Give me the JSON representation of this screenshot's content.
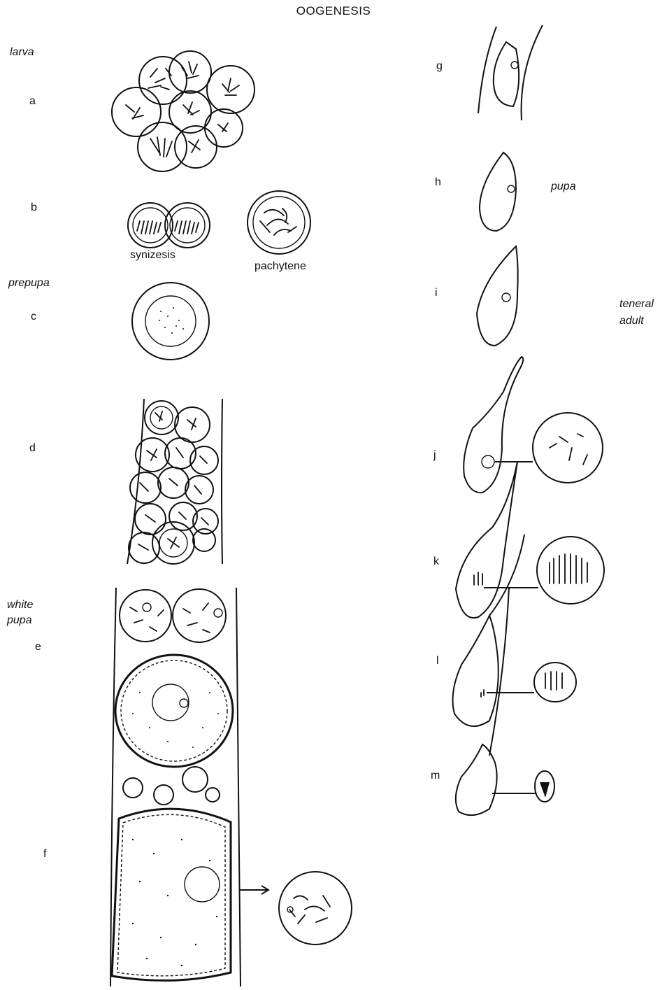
{
  "title": "OOGENESIS",
  "stages": {
    "larva": "larva",
    "prepupa": "prepupa",
    "white_pupa": [
      "white",
      "pupa"
    ],
    "pupa": "pupa",
    "teneral_adult": [
      "teneral",
      "adult"
    ]
  },
  "panels": [
    "a",
    "b",
    "c",
    "d",
    "e",
    "f",
    "g",
    "h",
    "i",
    "j",
    "k",
    "l",
    "m"
  ],
  "annotations": {
    "synizesis": "synizesis",
    "pachytene": "pachytene"
  }
}
